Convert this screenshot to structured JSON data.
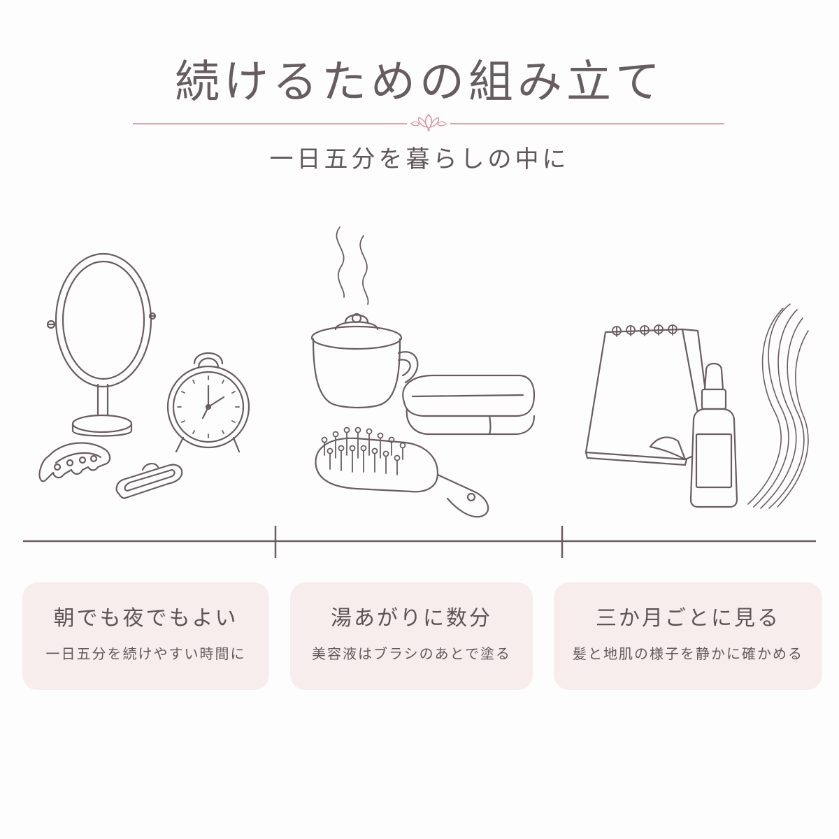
{
  "header": {
    "title": "続けるための組み立て",
    "subtitle": "一日五分を暮らしの中に"
  },
  "icons": [
    "mirror-icon",
    "alarm-clock-icon",
    "hair-claw-clip-icon",
    "hair-clip-icon",
    "mug-icon",
    "steam-icon",
    "folded-towel-icon",
    "hair-brush-icon",
    "desk-calendar-icon",
    "serum-bottle-icon",
    "hair-strands-icon",
    "lotus-ornament-icon"
  ],
  "colors": {
    "accent": "#d8a6ac",
    "line": "#6a5c60",
    "card": "#f8eded",
    "text": "#5f5658"
  },
  "cards": [
    {
      "heading": "朝でも夜でもよい",
      "text": "一日五分を続けやすい時間に"
    },
    {
      "heading": "湯あがりに数分",
      "text": "美容液はブラシのあとで塗る"
    },
    {
      "heading": "三か月ごとに見る",
      "text": "髪と地肌の様子を静かに確かめる"
    }
  ]
}
